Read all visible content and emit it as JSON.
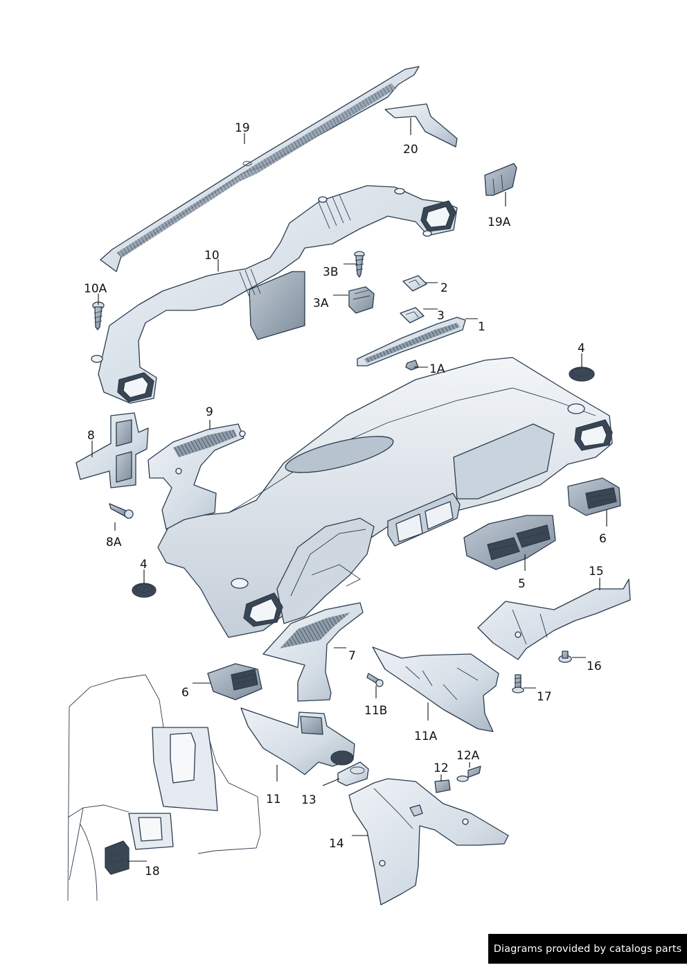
{
  "diagram": {
    "labels": {
      "p19": "19",
      "p20": "20",
      "p19A": "19A",
      "p10": "10",
      "p10A": "10A",
      "p3B": "3B",
      "p3A": "3A",
      "p2": "2",
      "p3": "3",
      "p1": "1",
      "p1A": "1A",
      "p4_right": "4",
      "p9": "9",
      "p8": "8",
      "p8A": "8A",
      "p6_right": "6",
      "p5": "5",
      "p4_left": "4",
      "p15": "15",
      "p7": "7",
      "p16": "16",
      "p6_left": "6",
      "p11B": "11B",
      "p17": "17",
      "p11A": "11A",
      "p12A": "12A",
      "p12": "12",
      "p11": "11",
      "p13": "13",
      "p14": "14",
      "p18": "18"
    }
  },
  "footer": {
    "credit": "Diagrams provided by catalogs parts"
  },
  "colors": {
    "part_fill": "#dfe6ee",
    "part_shade": "#b8c4d0",
    "part_dark": "#8a98a8",
    "line": "#2a3a4c"
  }
}
